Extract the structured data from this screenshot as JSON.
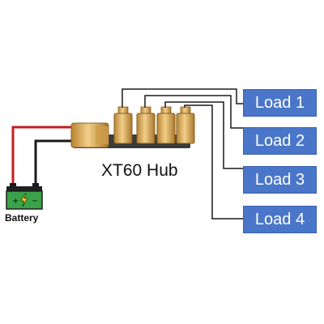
{
  "colors": {
    "load_box": "#4a76c9",
    "wire_positive": "#c0201e",
    "wire_negative": "#1a1a1a",
    "connector_gold": "#e0b060",
    "battery_green": "#3aa34a"
  },
  "hub": {
    "label": "XT60 Hub"
  },
  "battery": {
    "label": "Battery",
    "icon": "car-battery-icon"
  },
  "loads": [
    {
      "label": "Load 1"
    },
    {
      "label": "Load 2"
    },
    {
      "label": "Load 3"
    },
    {
      "label": "Load 4"
    }
  ]
}
